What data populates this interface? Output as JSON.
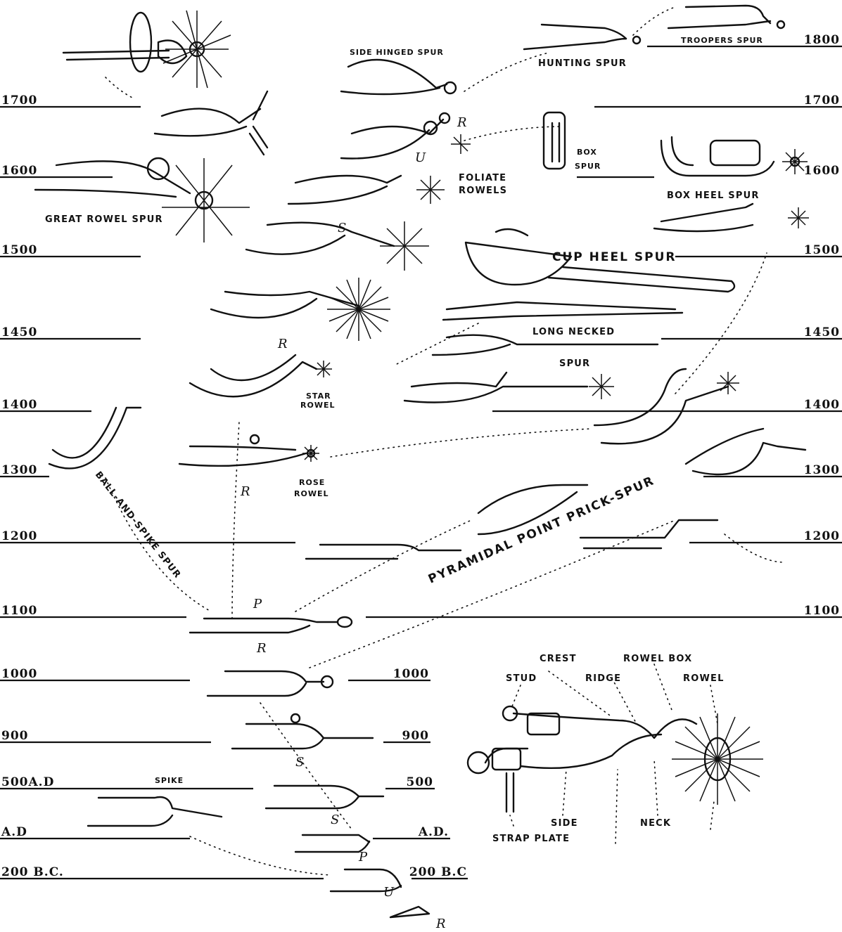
{
  "timeline": {
    "left_years": [
      "1700",
      "1600",
      "1500",
      "1450",
      "1400",
      "1300",
      "1200",
      "1100",
      "1000",
      "900",
      "500A.D",
      "A.D",
      "200 B.C."
    ],
    "right_years": [
      "1800",
      "1700",
      "1600",
      "1500",
      "1450",
      "1400",
      "1300",
      "1200",
      "1100",
      "1000",
      "900",
      "500",
      "A.D.",
      "200 B.C"
    ]
  },
  "labels": {
    "side_hinged_spur": "SIDE HINGED SPUR",
    "hunting_spur": "HUNTING SPUR",
    "troopers_spur": "TROOPERS SPUR",
    "box_spur_line1": "BOX",
    "box_spur_line2": "SPUR",
    "foliate_line1": "FOLIATE",
    "foliate_line2": "ROWELS",
    "great_rowel_spur": "GREAT ROWEL SPUR",
    "box_heel_spur": "BOX HEEL SPUR",
    "cup_heel_spur": "CUP HEEL SPUR",
    "long_necked_line1": "LONG NECKED",
    "long_necked_line2": "SPUR",
    "star_rowel_line1": "STAR",
    "star_rowel_line2": "ROWEL",
    "rose_rowel_line1": "ROSE",
    "rose_rowel_line2": "ROWEL",
    "ball_and_spike_spur": "BALL-AND-SPIKE SPUR",
    "pyramidal_point_prick_spur": "PYRAMIDAL POINT PRICK-SPUR",
    "spike": "SPIKE"
  },
  "anatomy": {
    "crest": "CREST",
    "rowel_box": "ROWEL BOX",
    "stud": "STUD",
    "ridge": "RIDGE",
    "rowel": "ROWEL",
    "side": "SIDE",
    "strap_plate": "STRAP PLATE",
    "neck": "NECK"
  },
  "spurs_letters": [
    "S",
    "P",
    "U",
    "R"
  ]
}
